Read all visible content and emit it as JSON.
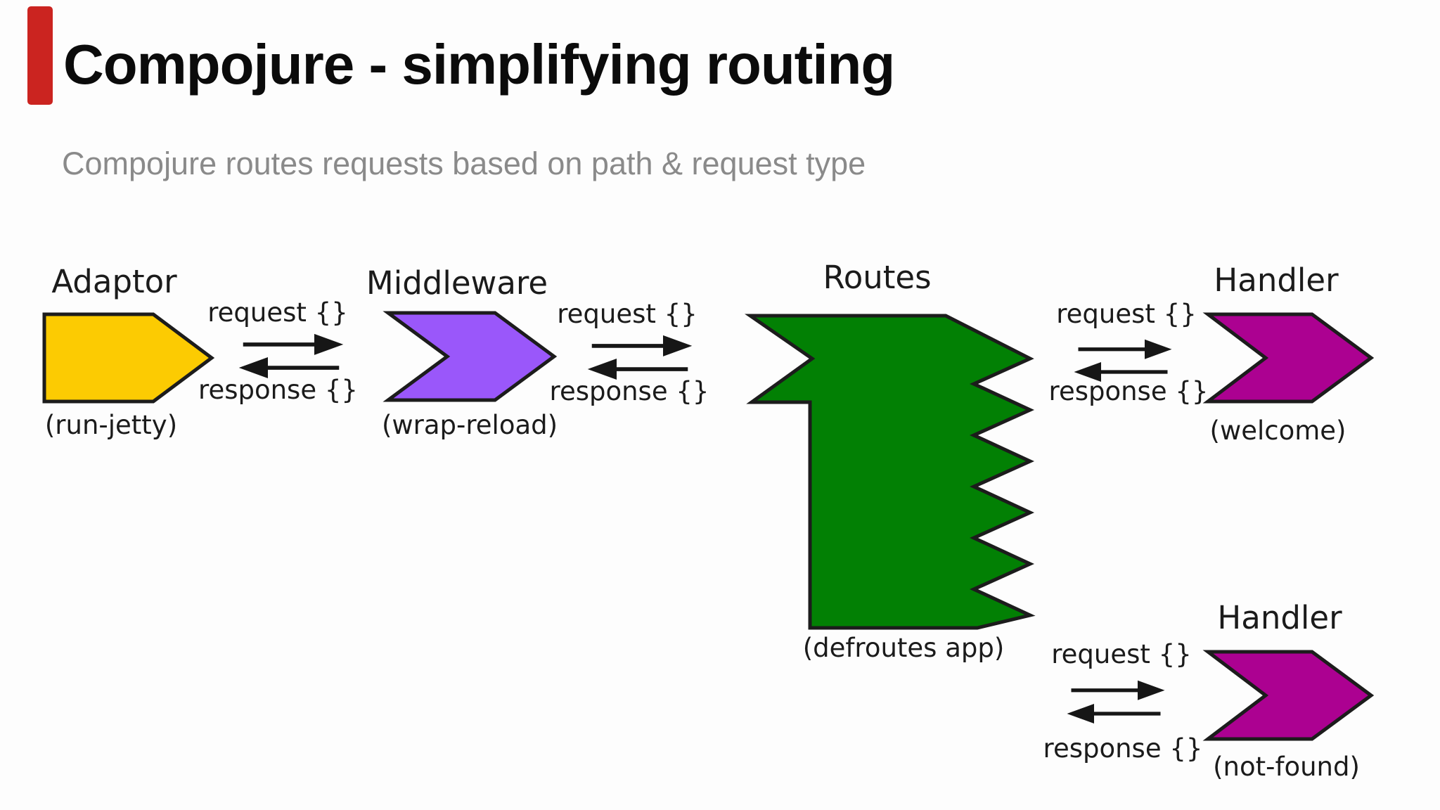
{
  "header": {
    "title": "Compojure - simplifying routing",
    "subtitle": "Compojure routes requests based on path & request type"
  },
  "marker": {
    "color": "#cb2420"
  },
  "labels": {
    "request": "request {}",
    "response": "response {}"
  },
  "nodes": {
    "adaptor": {
      "title": "Adaptor",
      "caption": "(run-jetty)",
      "color": "#fccb02"
    },
    "middleware": {
      "title": "Middleware",
      "caption": "(wrap-reload)",
      "color": "#9a57fa"
    },
    "routes": {
      "title": "Routes",
      "caption": "(defroutes app)",
      "color": "#028004"
    },
    "handler_welcome": {
      "title": "Handler",
      "caption": "(welcome)",
      "color": "#ac0191"
    },
    "handler_not_found": {
      "title": "Handler",
      "caption": "(not-found)",
      "color": "#ac0191"
    }
  },
  "style": {
    "outline": "#1c1c1c",
    "title_color": "#0b0b0b",
    "subtitle_color": "#8a8a8a",
    "text_color": "#1b1b1b"
  }
}
